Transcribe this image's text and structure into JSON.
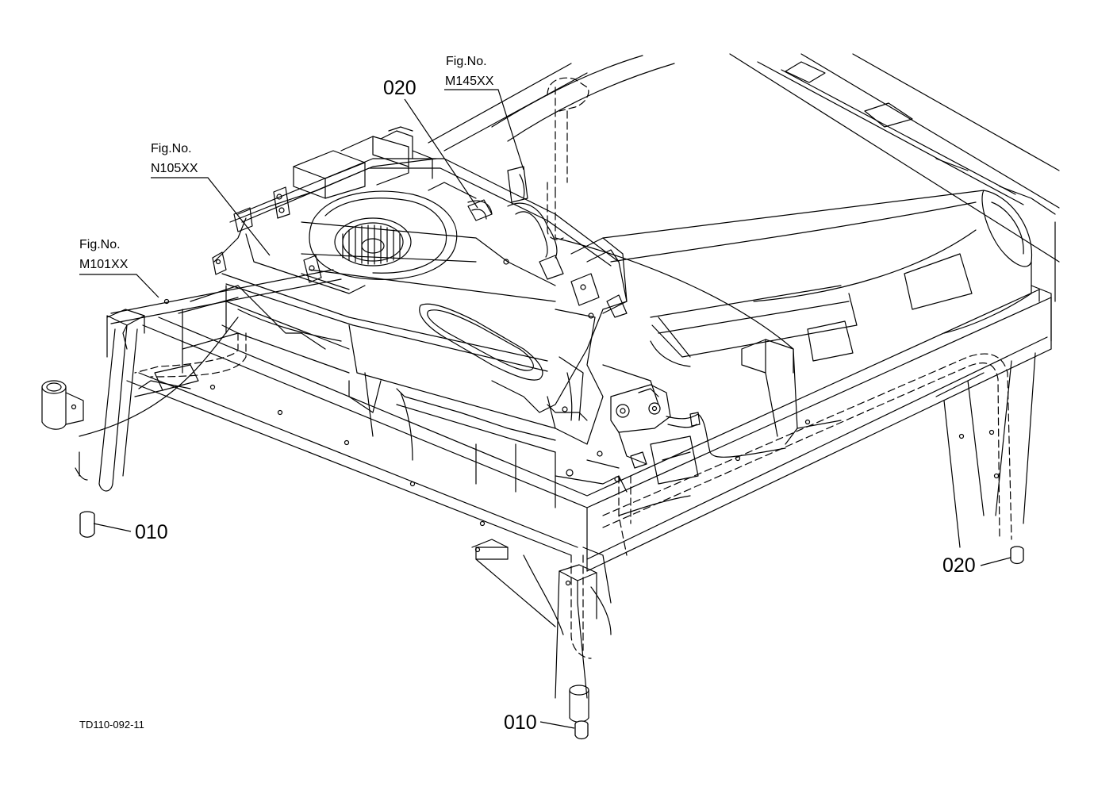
{
  "page": {
    "background": "#ffffff",
    "line_color": "#000000"
  },
  "callouts": {
    "part_020_top": "020",
    "part_010_left": "010",
    "part_020_right": "020",
    "part_010_bottom": "010"
  },
  "figure_refs": {
    "m145": {
      "line1": "Fig.No.",
      "line2": "M145XX"
    },
    "n105": {
      "line1": "Fig.No.",
      "line2": "N105XX"
    },
    "m101": {
      "line1": "Fig.No.",
      "line2": "M101XX"
    }
  },
  "drawing_code": "TD110-092-11"
}
